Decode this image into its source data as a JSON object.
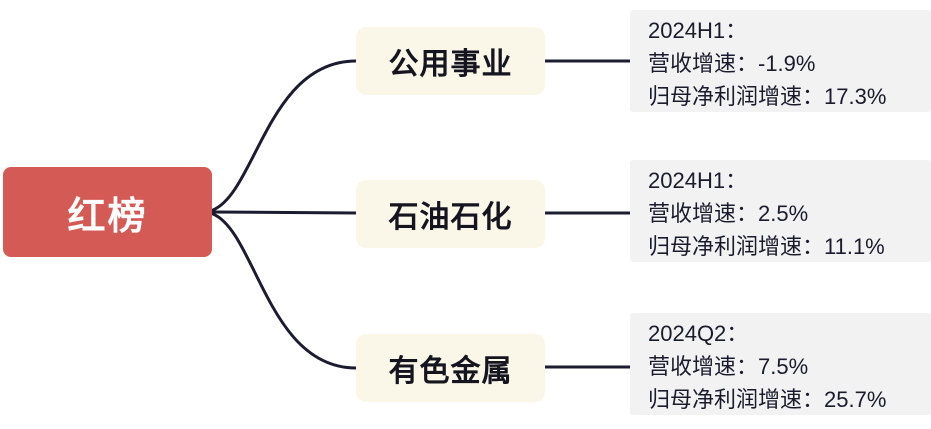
{
  "root": {
    "label": "红榜"
  },
  "branches": [
    {
      "label": "公用事业",
      "detail": {
        "period": "2024H1：",
        "revenue": "营收增速：-1.9%",
        "profit": "归母净利润增速：17.3%"
      }
    },
    {
      "label": "石油石化",
      "detail": {
        "period": "2024H1：",
        "revenue": "营收增速：2.5%",
        "profit": "归母净利润增速：11.1%"
      }
    },
    {
      "label": "有色金属",
      "detail": {
        "period": "2024Q2：",
        "revenue": "营收增速：7.5%",
        "profit": "归母净利润增速：25.7%"
      }
    }
  ],
  "colors": {
    "root_bg": "#d45b55",
    "root_text": "#ffffff",
    "branch_bg": "#faf7e8",
    "branch_text": "#15151f",
    "detail_bg": "#f2f2f2",
    "detail_text": "#1a1c2e",
    "line": "#1b1c30"
  }
}
